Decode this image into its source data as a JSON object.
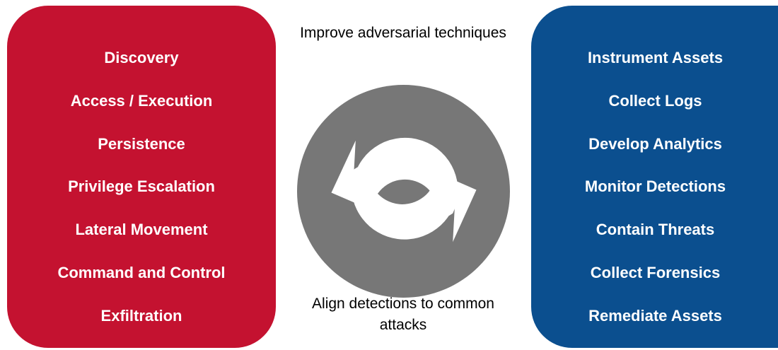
{
  "colors": {
    "attack_panel": "#c41230",
    "defense_panel": "#0b4f8f",
    "cycle_circle": "#777777",
    "cycle_arrows": "#ffffff"
  },
  "attack_panel": {
    "items": [
      "Discovery",
      "Access / Execution",
      "Persistence",
      "Privilege Escalation",
      "Lateral Movement",
      "Command and Control",
      "Exfiltration"
    ]
  },
  "defense_panel": {
    "items": [
      "Instrument Assets",
      "Collect Logs",
      "Develop Analytics",
      "Monitor Detections",
      "Contain Threats",
      "Collect Forensics",
      "Remediate Assets"
    ]
  },
  "cycle": {
    "top_text": "Improve adversarial techniques",
    "bottom_text": "Align detections to common attacks",
    "icon": "refresh-cycle-icon"
  }
}
